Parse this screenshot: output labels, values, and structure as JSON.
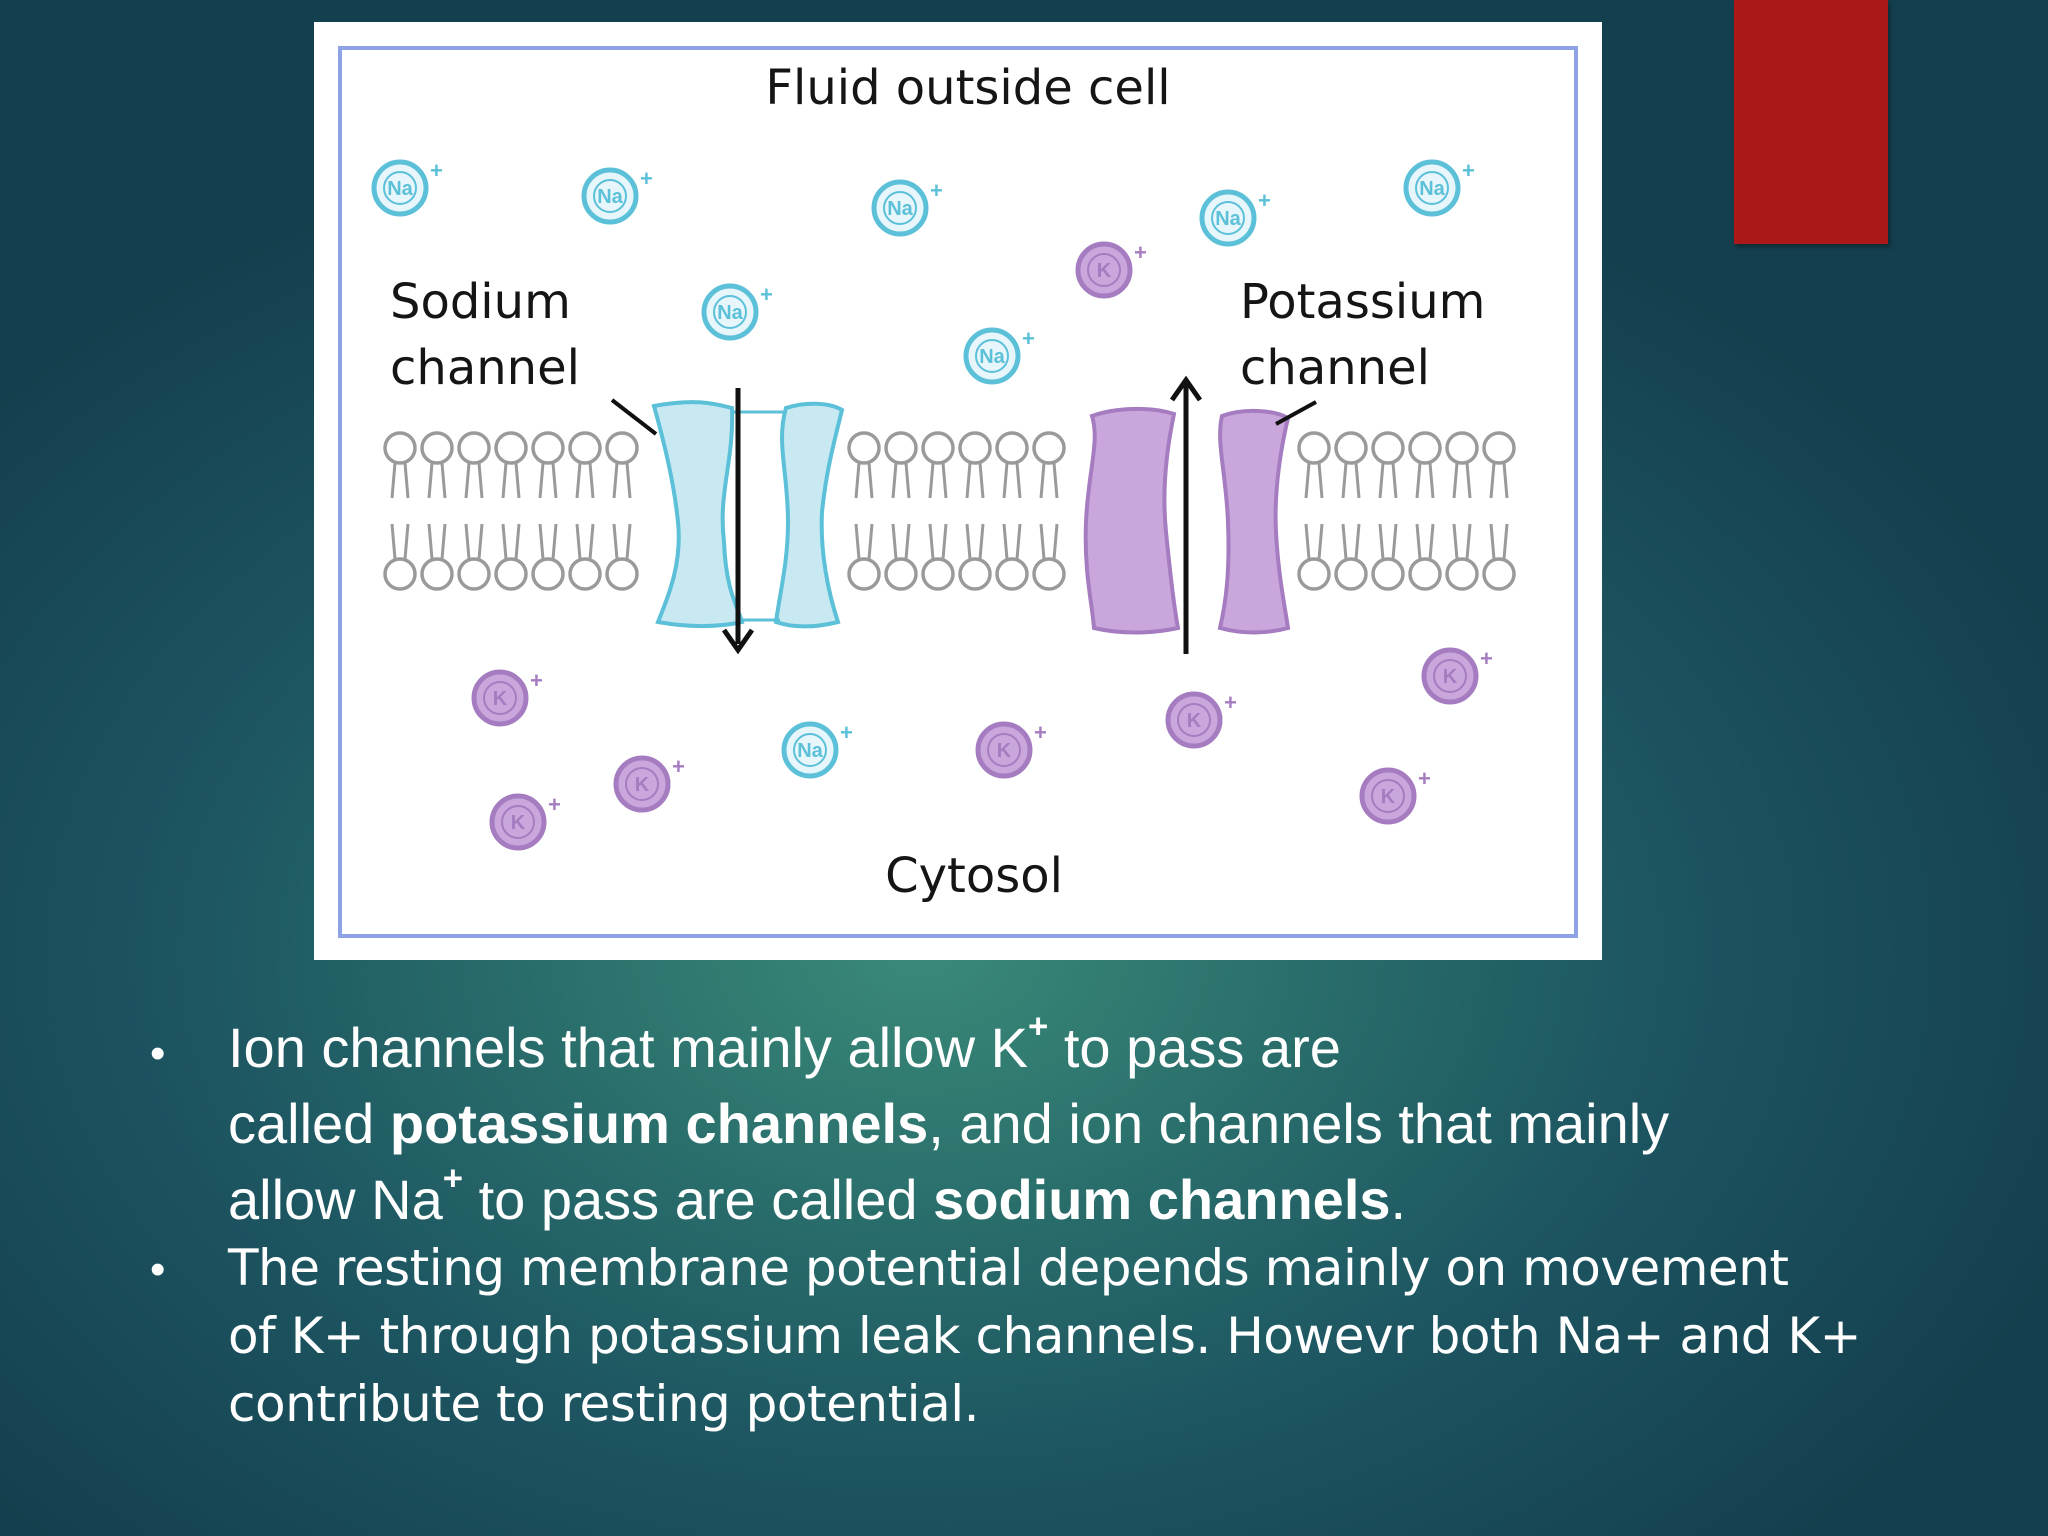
{
  "diagram": {
    "title_top": "Fluid outside cell",
    "title_bottom": "Cytosol",
    "sodium_label": [
      "Sodium",
      "channel"
    ],
    "potassium_label": [
      "Potassium",
      "channel"
    ],
    "na_ion": {
      "symbol": "Na",
      "charge": "+"
    },
    "k_ion": {
      "symbol": "K",
      "charge": "+"
    },
    "colors": {
      "sodium": "#5bc0d8",
      "sodium_fill": "#c8e9f2",
      "potassium": "#a57cc0",
      "potassium_fill": "#c9a7dc",
      "membrane": "#9a9a9a",
      "frame": "#8ea2e6"
    }
  },
  "bullets": {
    "b1": {
      "p1": "Ion channels that mainly allow K",
      "sup1": "+",
      "p2": " to pass are",
      "p3": "called ",
      "bold1": "potassium channels",
      "p4": ", and ion channels that mainly",
      "p5": "allow Na",
      "sup2": "+",
      "p6": " to pass are called ",
      "bold2": "sodium channels",
      "p7": "."
    },
    "b2": {
      "line1": "The resting membrane potential depends mainly on movement",
      "line2": "of K+ through potassium leak channels. Howevr both Na+ and K+",
      "line3": "contribute to resting potential."
    },
    "marker": "•"
  },
  "accent_color": "#ab1818"
}
